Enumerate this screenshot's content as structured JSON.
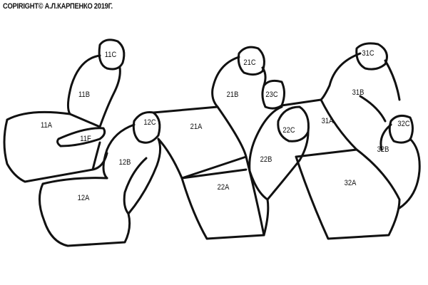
{
  "copyright": "COPIRIGHT© А.Л.КАРПЕНКО 2019Г.",
  "parts": {
    "p11C": "11C",
    "p11B": "11B",
    "p11A": "11A",
    "p11F": "11F",
    "p12C": "12C",
    "p12B": "12B",
    "p12A": "12A",
    "p21C": "21C",
    "p21B": "21B",
    "p21A": "21A",
    "p22C": "22C",
    "p22B": "22B",
    "p22A": "22A",
    "p23C": "23C",
    "p31C": "31C",
    "p31B": "31B",
    "p31A": "31A",
    "p32C": "32C",
    "p32B": "32B",
    "p32A": "32A"
  }
}
